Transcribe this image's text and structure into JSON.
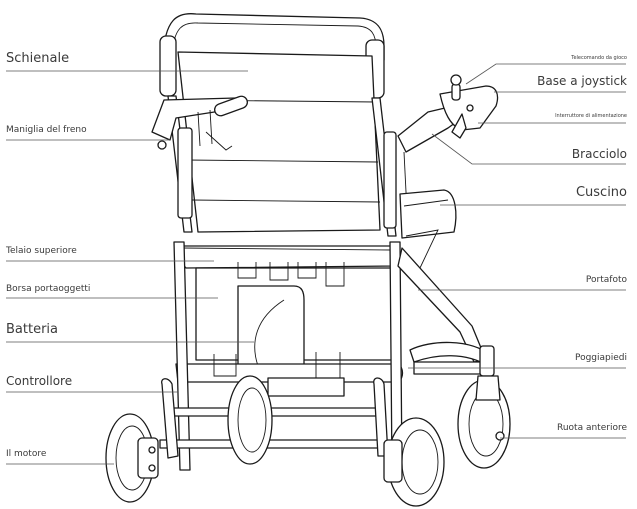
{
  "labels": {
    "schienale": "Schienale",
    "maniglia_freno": "Maniglia del freno",
    "telaio_superiore": "Telaio superiore",
    "borsa_portaoggetti": "Borsa portaoggetti",
    "batteria": "Batteria",
    "controllore": "Controllore",
    "motore": "Il motore",
    "telecomando": "Telecomando da gioco",
    "base_joystick": "Base a joystick",
    "interruttore": "Interruttore di alimentazione",
    "bracciolo": "Bracciolo",
    "cuscino": "Cuscino",
    "portafoto": "Portafoto",
    "poggiapiedi": "Poggiapiedi",
    "ruota_anteriore": "Ruota anteriore"
  },
  "colors": {
    "line": "#1a1a1a",
    "leader": "#555555",
    "text": "#3a3a3a",
    "background": "#ffffff"
  }
}
